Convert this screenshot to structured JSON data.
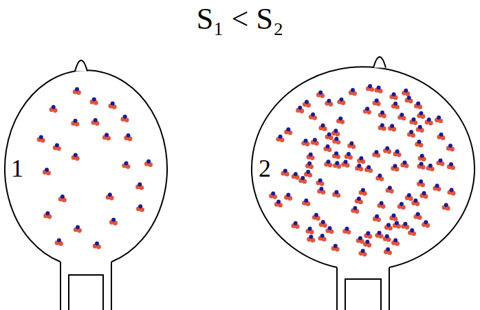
{
  "diagram": {
    "title": "S₁ < S₂",
    "nodes": [
      {
        "text": [
          "1"
        ]
      },
      {
        "text": [
          "2"
        ]
      }
    ]
  }
}
